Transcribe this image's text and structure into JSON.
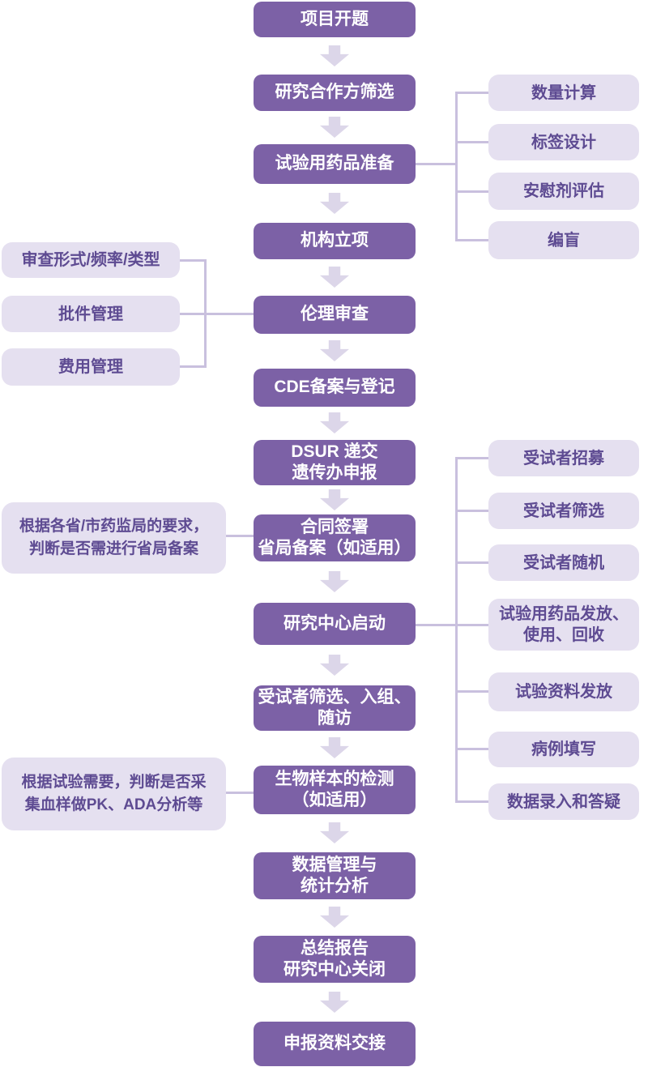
{
  "palette": {
    "primary": "#7C61A6",
    "branch_fill": "#E5E0F0",
    "branch_text": "#5E4B92",
    "connector": "#C9C0DE",
    "arrow": "#DCD6E9",
    "background": "#FFFFFF"
  },
  "main_flow": [
    {
      "id": "project-kickoff",
      "lines": [
        "项目开题"
      ]
    },
    {
      "id": "partner-screening",
      "lines": [
        "研究合作方筛选"
      ]
    },
    {
      "id": "drug-preparation",
      "lines": [
        "试验用药品准备"
      ]
    },
    {
      "id": "institution-filing",
      "lines": [
        "机构立项"
      ]
    },
    {
      "id": "ethics-review",
      "lines": [
        "伦理审查"
      ]
    },
    {
      "id": "cde-filing",
      "lines": [
        "CDE备案与登记"
      ]
    },
    {
      "id": "dsur-submission",
      "lines": [
        "DSUR 递交",
        "遗传办申报"
      ]
    },
    {
      "id": "contract-signing",
      "lines": [
        "合同签署",
        "省局备案（如适用）"
      ]
    },
    {
      "id": "site-activation",
      "lines": [
        "研究中心启动"
      ]
    },
    {
      "id": "subject-enrollment",
      "lines": [
        "受试者筛选、入组、",
        "随访"
      ]
    },
    {
      "id": "biosample-testing",
      "lines": [
        "生物样本的检测",
        "（如适用）"
      ]
    },
    {
      "id": "data-management",
      "lines": [
        "数据管理与",
        "统计分析"
      ]
    },
    {
      "id": "final-report",
      "lines": [
        "总结报告",
        "研究中心关闭"
      ]
    },
    {
      "id": "dossier-handover",
      "lines": [
        "申报资料交接"
      ]
    }
  ],
  "drug_prep_branch": [
    {
      "lines": [
        "数量计算"
      ]
    },
    {
      "lines": [
        "标签设计"
      ]
    },
    {
      "lines": [
        "安慰剂评估"
      ]
    },
    {
      "lines": [
        "编盲"
      ]
    }
  ],
  "ethics_branch": [
    {
      "lines": [
        "审查形式/频率/类型"
      ]
    },
    {
      "lines": [
        "批件管理"
      ]
    },
    {
      "lines": [
        "费用管理"
      ]
    }
  ],
  "site_branch": [
    {
      "lines": [
        "受试者招募"
      ]
    },
    {
      "lines": [
        "受试者筛选"
      ]
    },
    {
      "lines": [
        "受试者随机"
      ]
    },
    {
      "lines": [
        "试验用药品发放、",
        "使用、回收"
      ]
    },
    {
      "lines": [
        "试验资料发放"
      ]
    },
    {
      "lines": [
        "病例填写"
      ]
    },
    {
      "lines": [
        "数据录入和答疑"
      ]
    }
  ],
  "notes": [
    {
      "lines": [
        "根据各省/市药监局的要求，",
        "判断是否需进行省局备案"
      ]
    },
    {
      "lines": [
        "根据试验需要，判断是否采",
        "集血样做PK、ADA分析等"
      ]
    }
  ]
}
